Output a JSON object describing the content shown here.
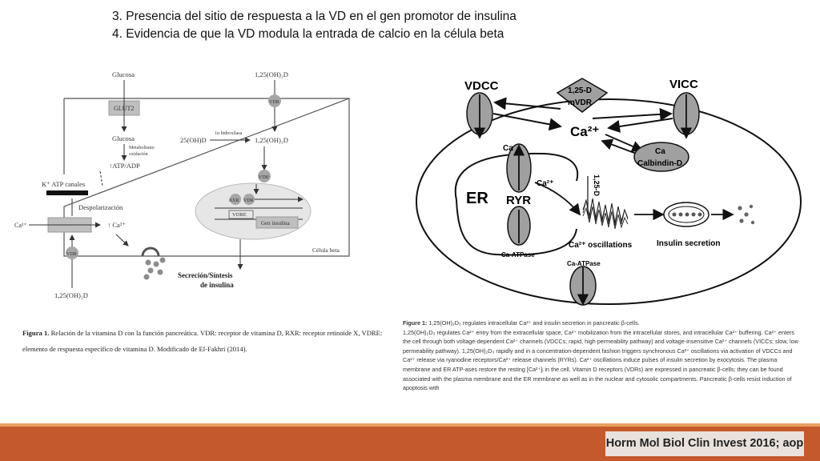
{
  "header": {
    "line3": "3. Presencia del sitio de respuesta a la VD en el gen promotor de insulina",
    "line4": "4. Evidencia de que la VD modula la entrada de calcio en la célula beta"
  },
  "left_figure": {
    "glucosa_top": "Glucosa",
    "vd_top": "1,25(OH)₂D",
    "glut2": "GLUT2",
    "vdr": "VDR",
    "glucosa_mid": "Glucosa",
    "metabolism": "Metabolismo",
    "oxidation": "oxidación",
    "hydroxylase": "1α hidroxilasa",
    "d25": "25(OH)D",
    "vd_mid": "1,25(OH)₂D",
    "atp_adp": "↑ATP/ADP",
    "k_channels": "K⁺ ATP canales",
    "depolarization": "Despolarización",
    "rxr": "RXR",
    "vdre": "VDRE",
    "gene": "Gen insulina",
    "ca_left": "Ca²⁺",
    "ca_up": "↑ Ca²⁺",
    "cell": "Célula beta",
    "secretion1": "Secreción/Síntesis",
    "secretion2": "de insulina",
    "vd_bottom": "1,25(OH)₂D",
    "caption_bold": "Figura 1.",
    "caption_text": " Relación de la vitamina D con la función pancreática. VDR: receptor de vitamina D, RXR: receptor retinoide X, VDRE: elemento de respuesta específico de vitamina D. Modificado de El-Fakhri (2014)."
  },
  "right_figure": {
    "vdcc": "VDCC",
    "vicc": "VICC",
    "mvdr1": "1,25-D",
    "mvdr2": "mVDR",
    "ca_center": "Ca²⁺",
    "ca_small": "Ca",
    "calbindin": "Calbindin-D",
    "er": "ER",
    "ryr": "RYR",
    "ca_er": "Ca²⁺",
    "d125_vertical": "1,25-D",
    "ca_atpase_er": "Ca-ATPase",
    "ca_oscillations": "Ca²⁺ oscillations",
    "insulin_secretion": "Insulin secretion",
    "ca_atpase_pm": "Ca-ATPase",
    "caption_bold": "Figure 1:",
    "caption_title": "  1,25(OH)₂D₃ regulates intracellular Ca²⁺ and insulin secretion in pancreatic β-cells.",
    "caption_body": "1,25(OH)₂D₃ regulates Ca²⁺ entry from the extracellular space, Ca²⁺ mobilization from the intracellular stores, and intracellular Ca²⁺ buffering. Ca²⁺ enters the cell through both voltage-dependent Ca²⁺ channels (VDCCs; rapid, high permeability pathway) and voltage-insensitive Ca²⁺ channels (VICCs; slow, low permeability pathway). 1,25(OH)₂D₃ rapidly and in a concentration-dependent fashion triggers synchronous Ca²⁺ oscillations via activation of VDCCs and Ca²⁺ release via ryanodine receptors/Ca²⁺ release channels (RYRs). Ca²⁺ oscillations induce pulses of insulin secretion by exocytosis. The plasma membrane and ER ATP-ases restore the resting [Ca²⁺]ᵢ in the cell. Vitamin D receptors (VDRs) are expressed in pancreatic β-cells; they can be found associated with the plasma membrane and the ER membrane as well as in the nuclear and cytosolic compartments. Pancreatic β-cells resist induction of apoptosis with"
  },
  "footer": {
    "citation": "Horm Mol Biol Clin Invest 2016; aop"
  }
}
